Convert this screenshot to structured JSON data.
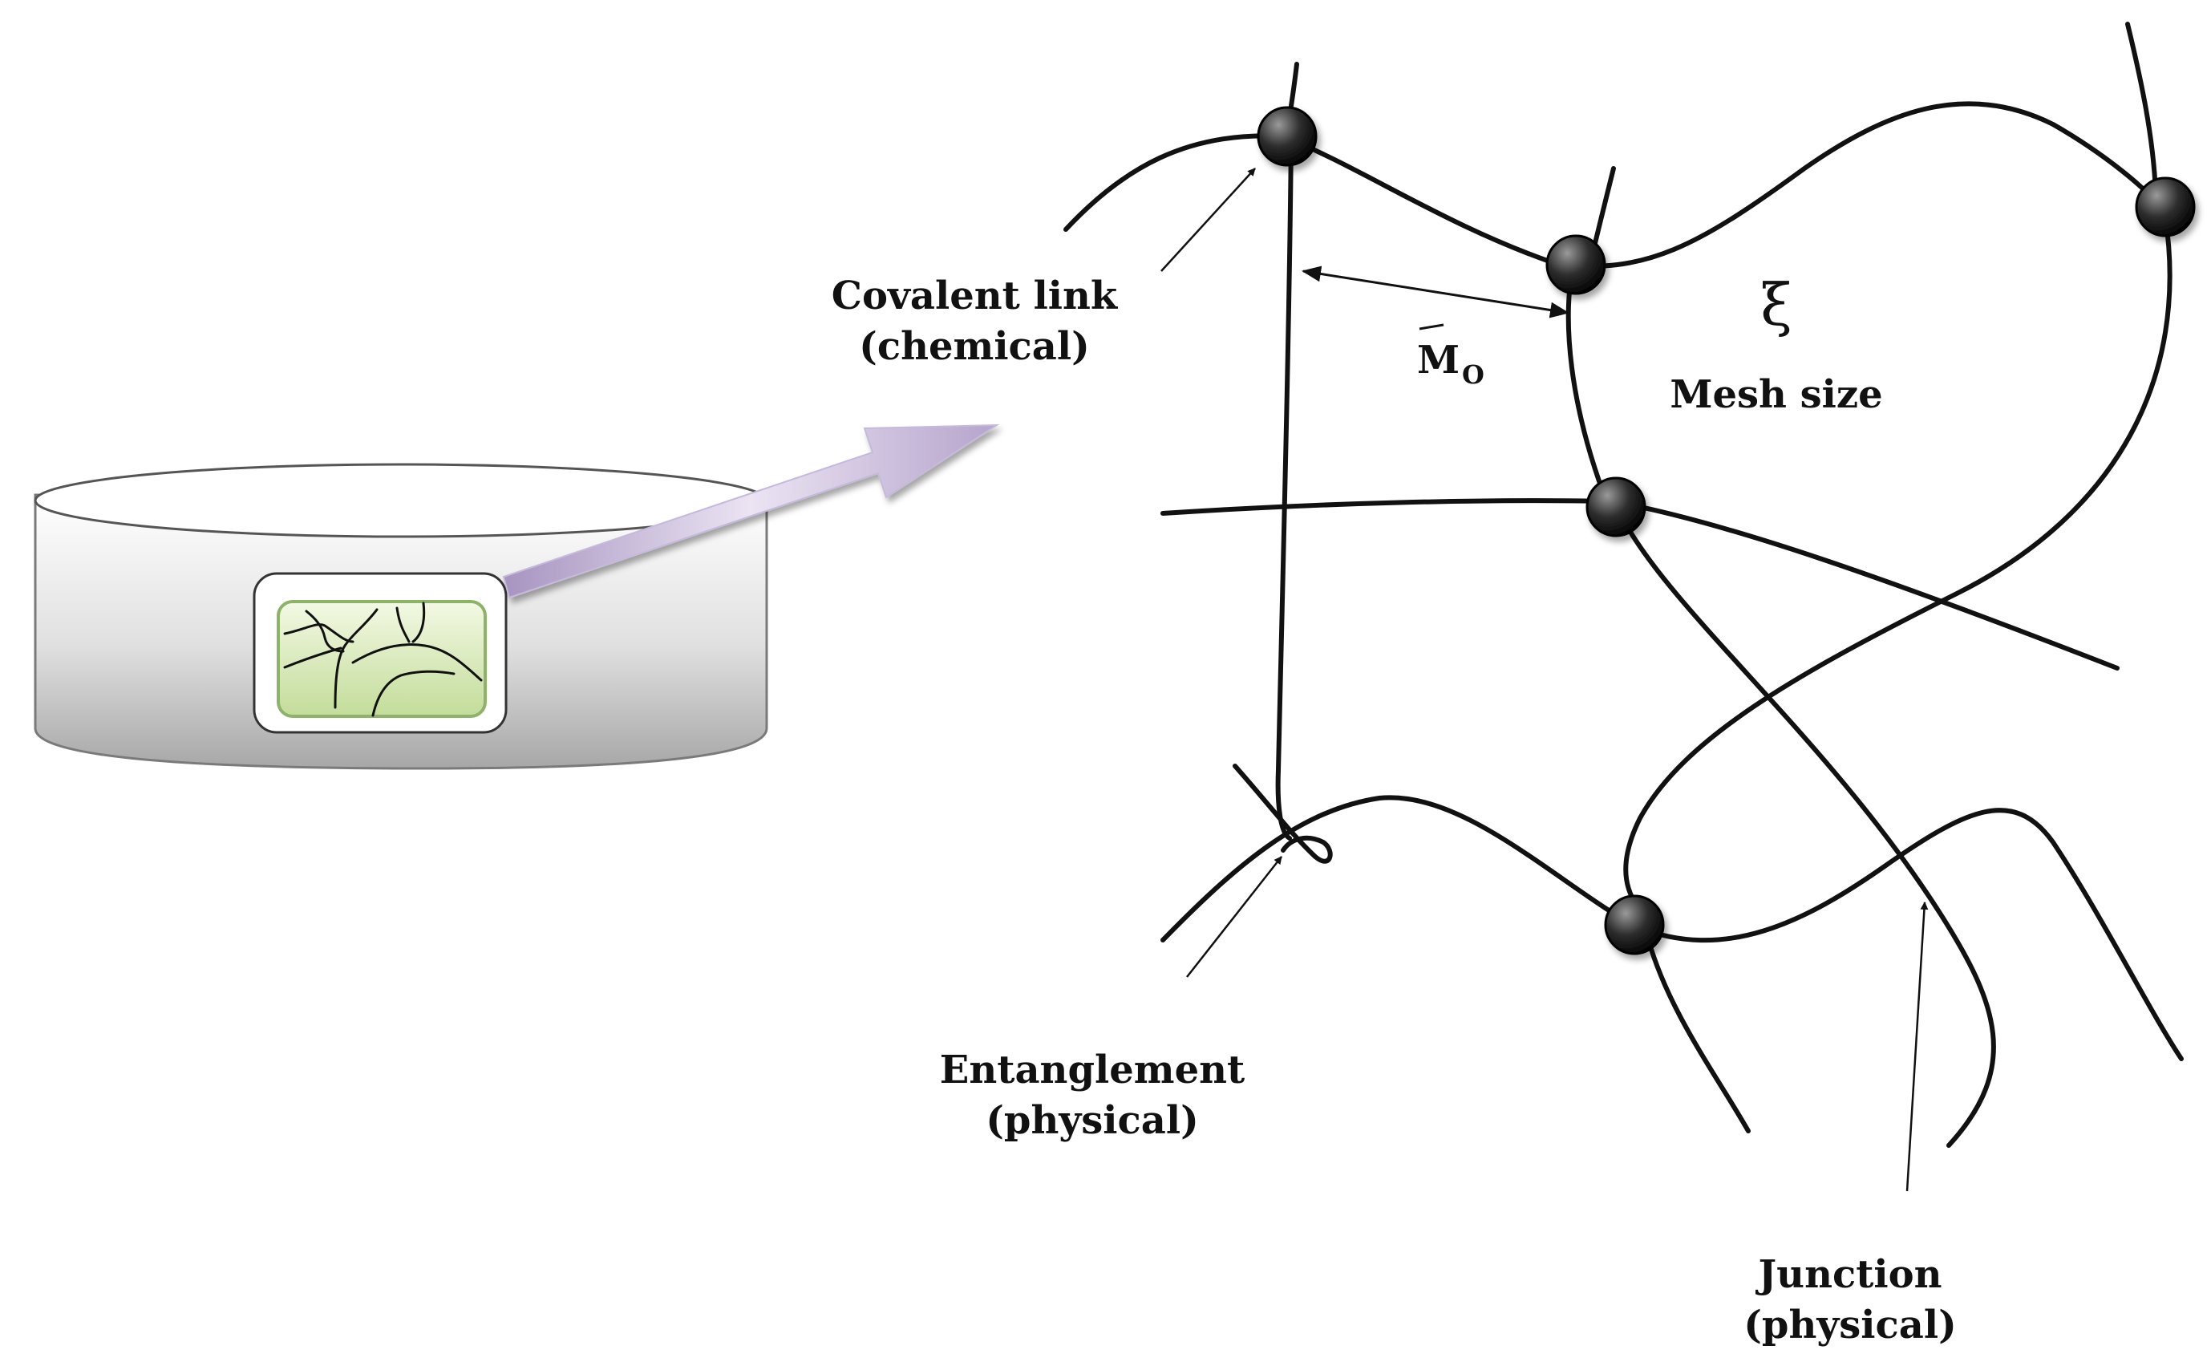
{
  "labels": {
    "covalent_link_line1": "Covalent link",
    "covalent_link_line2": "(chemical)",
    "mo_symbol": "M",
    "mo_subscript": "O",
    "xi_symbol": "ξ",
    "mesh_size": "Mesh size",
    "entanglement_line1": "Entanglement",
    "entanglement_line2": "(physical)",
    "junction_line1": "Junction",
    "junction_line2": "(physical)"
  },
  "colors": {
    "ink": "#111111",
    "arrow_fill_light": "#ebe4f3",
    "arrow_fill_dark": "#a794c0",
    "inset_green_light": "#f3f9e4",
    "inset_green_dark": "#c3dc9a",
    "container_light": "#ffffff",
    "container_dark": "#a7a7a7"
  },
  "icons": {
    "crosslink": "crosslink-node-icon",
    "container": "hydrogel-container-icon",
    "zoom_arrow": "zoom-arrow-icon"
  }
}
